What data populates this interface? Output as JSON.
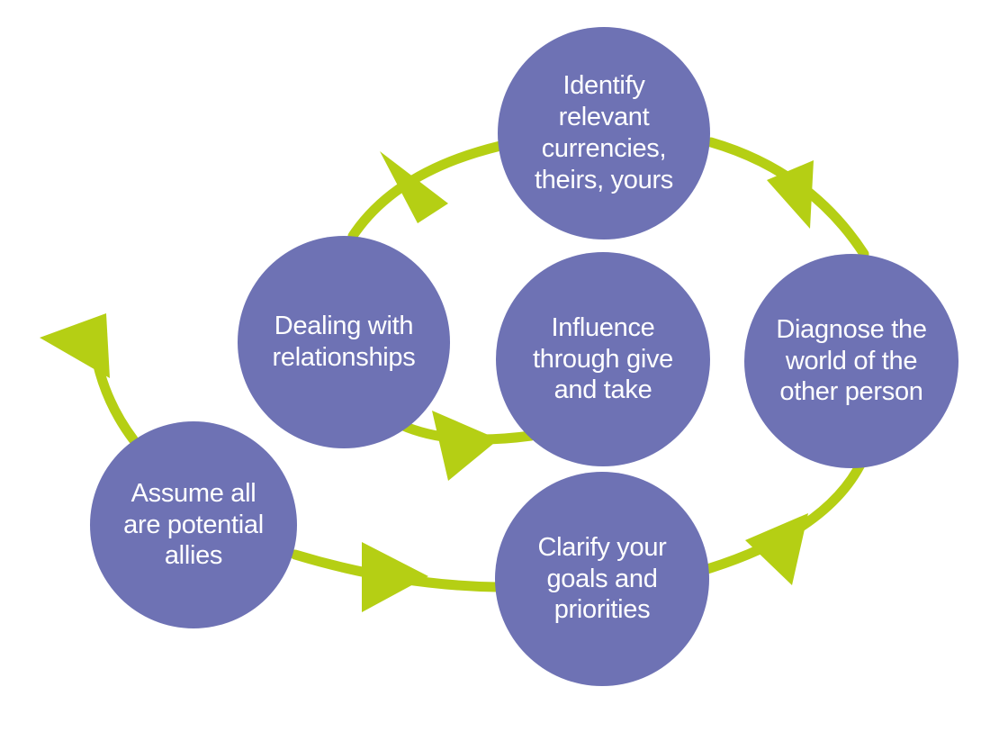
{
  "colors": {
    "node_fill": "#6e72b4",
    "connector": "#b5cf14",
    "text": "#ffffff",
    "background": "#ffffff"
  },
  "nodes": {
    "assume": "Assume all\nare potential\nallies",
    "dealing": "Dealing with\nrelationships",
    "identify": "Identify\nrelevant\ncurrencies,\ntheirs, yours",
    "influence": "Influence\nthrough give\nand take",
    "diagnose": "Diagnose the\nworld of the\nother person",
    "clarify": "Clarify your\ngoals and\npriorities"
  }
}
